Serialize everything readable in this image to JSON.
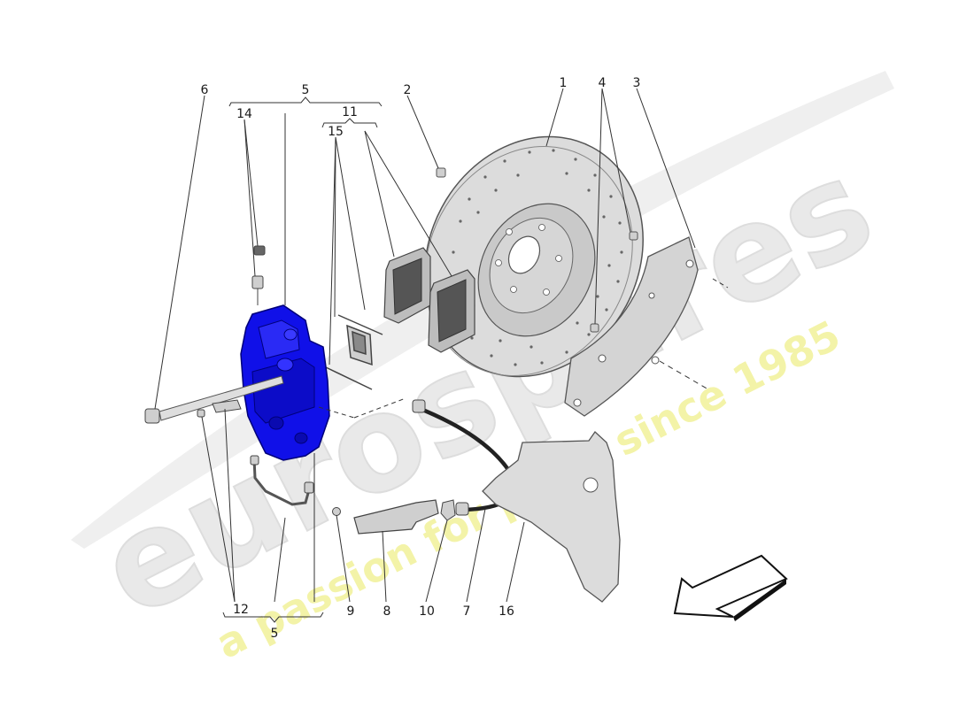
{
  "watermark": {
    "brand": "eurospares",
    "tagline": "a passion for parts since 1985"
  },
  "callouts": {
    "c1": "1",
    "c2": "2",
    "c3": "3",
    "c4": "4",
    "c5_top": "5",
    "c5_bottom": "5",
    "c6": "6",
    "c7": "7",
    "c8": "8",
    "c9": "9",
    "c10": "10",
    "c11": "11",
    "c12": "12",
    "c14": "14",
    "c15": "15",
    "c16": "16"
  },
  "colors": {
    "caliper": "#1010e8",
    "part_fill": "#d8d8d8",
    "part_stroke": "#5a5a5a",
    "pad": "#444444",
    "watermark_gray": "#ececec",
    "watermark_yellow": "#f3f3a8"
  },
  "icons": {
    "direction": "direction-arrow-icon"
  }
}
